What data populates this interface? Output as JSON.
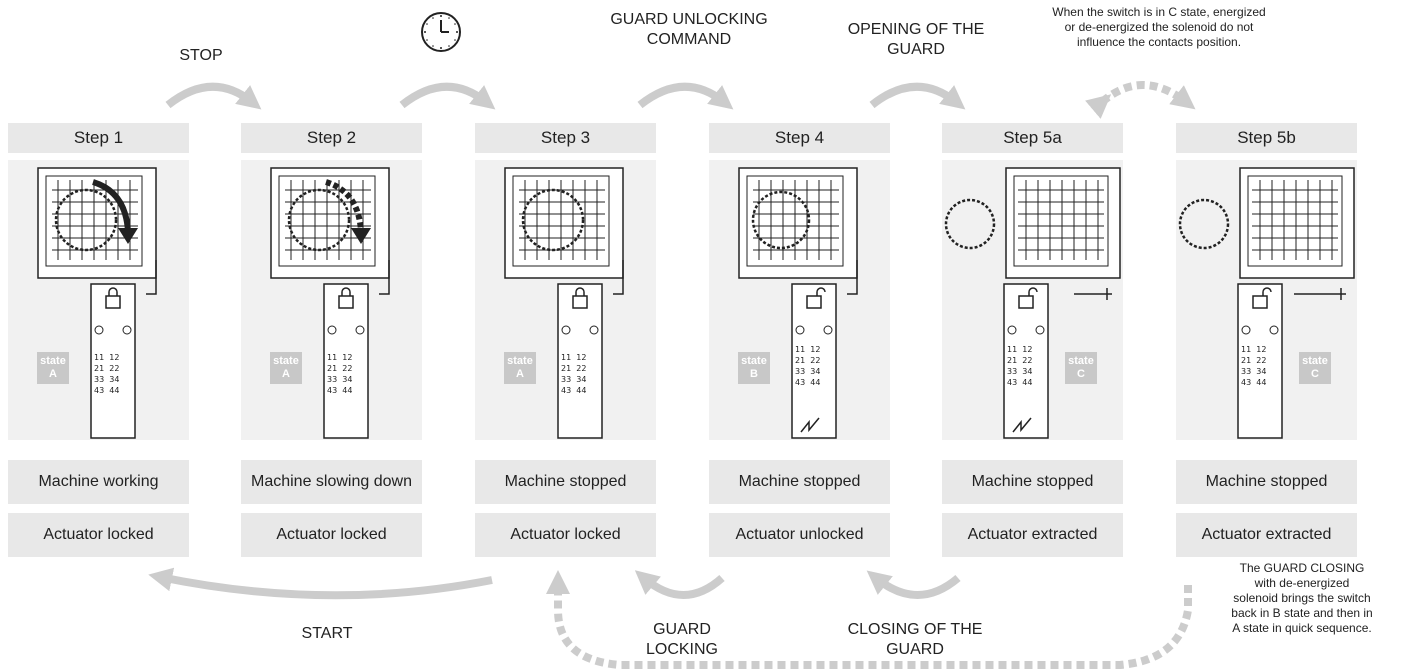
{
  "annotations": {
    "stop": "STOP",
    "guard_unlocking_command": [
      "GUARD UNLOCKING",
      "COMMAND"
    ],
    "opening_of_the_guard": [
      "OPENING OF THE",
      "GUARD"
    ],
    "c_state_note": [
      "When the switch is in C state, energized",
      "or de-energized  the solenoid do not",
      "influence the contacts position."
    ],
    "start": "START",
    "guard_locking": [
      "GUARD",
      "LOCKING"
    ],
    "closing_of_the_guard": [
      "CLOSING OF THE",
      "GUARD"
    ],
    "guard_closing_note": [
      "The GUARD CLOSING",
      "with de-energized",
      "solenoid brings the switch",
      "back in B state and then in",
      "A state in quick sequence."
    ]
  },
  "steps": [
    {
      "title": "Step 1",
      "state_word": "state",
      "state_letter": "A",
      "machine": "Machine working",
      "actuator": "Actuator locked",
      "contacts": [
        "11",
        "12",
        "21",
        "22",
        "33",
        "34",
        "43",
        "44"
      ]
    },
    {
      "title": "Step 2",
      "state_word": "state",
      "state_letter": "A",
      "machine": "Machine slowing down",
      "actuator": "Actuator locked",
      "contacts": [
        "11",
        "12",
        "21",
        "22",
        "33",
        "34",
        "43",
        "44"
      ]
    },
    {
      "title": "Step 3",
      "state_word": "state",
      "state_letter": "A",
      "machine": "Machine stopped",
      "actuator": "Actuator locked",
      "contacts": [
        "11",
        "12",
        "21",
        "22",
        "33",
        "34",
        "43",
        "44"
      ]
    },
    {
      "title": "Step 4",
      "state_word": "state",
      "state_letter": "B",
      "machine": "Machine stopped",
      "actuator": "Actuator unlocked",
      "contacts": [
        "11",
        "12",
        "21",
        "22",
        "33",
        "34",
        "43",
        "44"
      ]
    },
    {
      "title": "Step 5a",
      "state_word": "state",
      "state_letter": "C",
      "machine": "Machine stopped",
      "actuator": "Actuator extracted",
      "contacts": [
        "11",
        "12",
        "21",
        "22",
        "33",
        "34",
        "43",
        "44"
      ]
    },
    {
      "title": "Step 5b",
      "state_word": "state",
      "state_letter": "C",
      "machine": "Machine stopped",
      "actuator": "Actuator extracted",
      "contacts": [
        "11",
        "12",
        "21",
        "22",
        "33",
        "34",
        "43",
        "44"
      ]
    }
  ],
  "colors": {
    "arrow": "#cccccc",
    "box": "#e8e8e8",
    "panel": "#f1f1f1",
    "badge": "#c8c8c8",
    "ink": "#222222"
  },
  "icons": [
    "clock-icon",
    "padlock-icon",
    "rotation-arrow-icon",
    "gear-icon",
    "guard-grid-icon"
  ]
}
